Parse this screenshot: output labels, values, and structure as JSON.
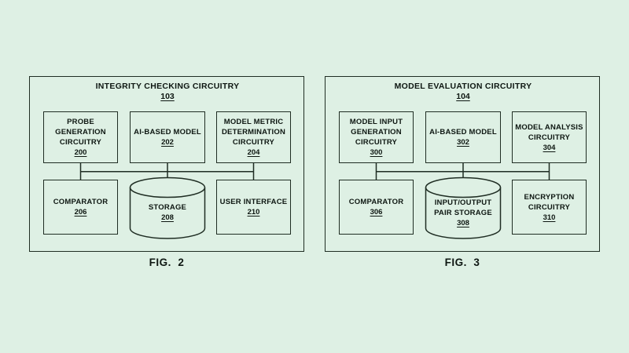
{
  "page": {
    "background_color": "#def0e4",
    "line_color": "#1f2d23",
    "text_color": "#0e1712"
  },
  "figures": [
    {
      "label": "FIG.  2",
      "title": "INTEGRITY CHECKING CIRCUITRY",
      "ref": "103",
      "nodes": {
        "top_left": {
          "text": "PROBE\nGENERATION\nCIRCUITRY",
          "ref": "200"
        },
        "top_mid": {
          "text": "AI-BASED MODEL",
          "ref": "202"
        },
        "top_right": {
          "text": "MODEL METRIC\nDETERMINATION\nCIRCUITRY",
          "ref": "204"
        },
        "bottom_left": {
          "text": "COMPARATOR",
          "ref": "206"
        },
        "bottom_mid": {
          "text": "STORAGE",
          "ref": "208",
          "shape": "cylinder"
        },
        "bottom_right": {
          "text": "USER INTERFACE",
          "ref": "210"
        }
      }
    },
    {
      "label": "FIG.  3",
      "title": "MODEL EVALUATION CIRCUITRY",
      "ref": "104",
      "nodes": {
        "top_left": {
          "text": "MODEL INPUT\nGENERATION\nCIRCUITRY",
          "ref": "300"
        },
        "top_mid": {
          "text": "AI-BASED MODEL",
          "ref": "302"
        },
        "top_right": {
          "text": "MODEL ANALYSIS\nCIRCUITRY",
          "ref": "304"
        },
        "bottom_left": {
          "text": "COMPARATOR",
          "ref": "306"
        },
        "bottom_mid": {
          "text": "INPUT/OUTPUT\nPAIR STORAGE",
          "ref": "308",
          "shape": "cylinder"
        },
        "bottom_right": {
          "text": "ENCRYPTION\nCIRCUITRY",
          "ref": "310"
        }
      }
    }
  ]
}
